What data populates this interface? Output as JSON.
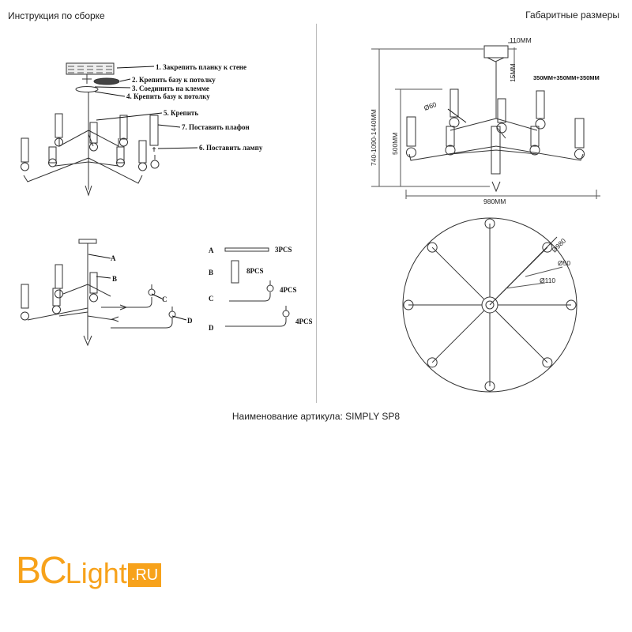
{
  "header": {
    "assembly_title": "Инструкция по сборке",
    "dimensions_title": "Габаритные размеры"
  },
  "assembly_steps": [
    "1. Закрепить планку к стене",
    "2. Крепить базу к потолку",
    "3. Соединить на клемме",
    "4. Крепить базу к потолку",
    "5. Крепить",
    "7. Поставить плафон",
    "6. Поставить лампу"
  ],
  "parts": [
    {
      "letter": "A",
      "qty": "3PCS"
    },
    {
      "letter": "B",
      "qty": "8PCS"
    },
    {
      "letter": "C",
      "qty": "4PCS"
    },
    {
      "letter": "D",
      "qty": "4PCS"
    }
  ],
  "dimensions": {
    "canopy_width": "110MM",
    "canopy_height": "15MM",
    "rods": "350MM+350MM+350MM",
    "total_height": "740-1090-1440MM",
    "body_height": "500MM",
    "shade_diameter": "Ø60",
    "total_width": "980MM",
    "plan_diameter": "Ø980",
    "plan_shade": "Ø50",
    "plan_canopy": "Ø110"
  },
  "article": "Наименование артикула: SIMPLY SP8",
  "logo": {
    "part1": "BC",
    "part2": "Light",
    "part3": ".RU",
    "color": "#f7a21b"
  }
}
